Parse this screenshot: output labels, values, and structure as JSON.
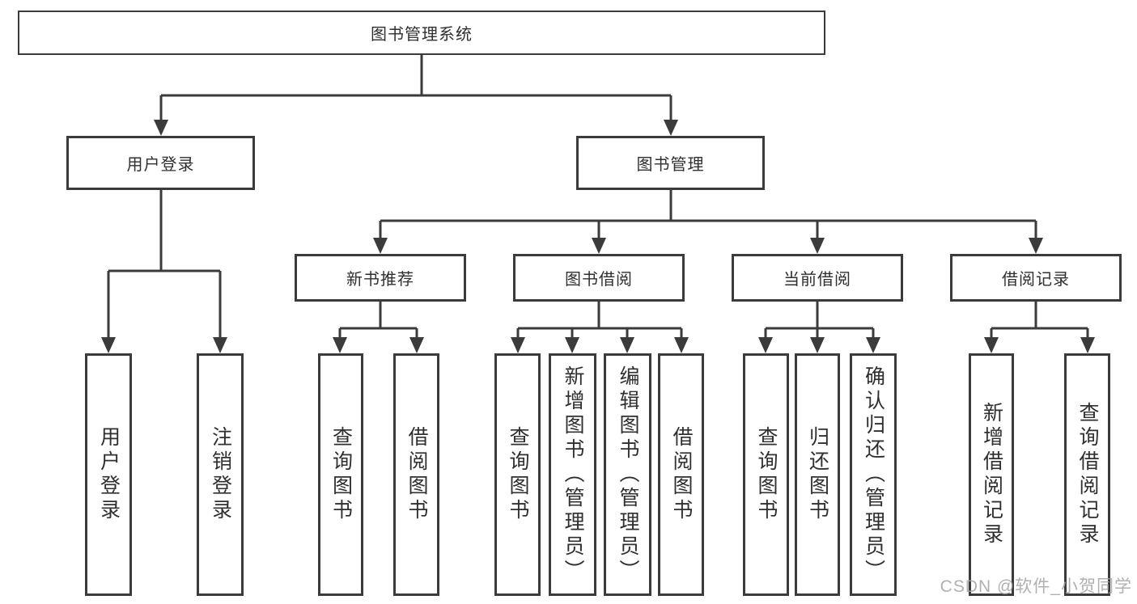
{
  "tree": {
    "root": {
      "label": "图书管理系统"
    },
    "branches": [
      {
        "label": "用户登录",
        "children": [
          "用户登录",
          "注销登录"
        ]
      },
      {
        "label": "图书管理",
        "sections": [
          {
            "label": "新书推荐",
            "children": [
              "查询图书",
              "借阅图书"
            ]
          },
          {
            "label": "图书借阅",
            "children": [
              "查询图书",
              "新增图书（管理员）",
              "编辑图书（管理员）",
              "借阅图书"
            ]
          },
          {
            "label": "当前借阅",
            "children": [
              "查询图书",
              "归还图书",
              "确认归还（管理员）"
            ]
          },
          {
            "label": "借阅记录",
            "children": [
              "新增借阅记录",
              "查询借阅记录"
            ]
          }
        ]
      }
    ]
  },
  "watermark": {
    "text": "CSDN @软件_小贺同学"
  },
  "colors": {
    "line": "#3b3b3b",
    "text": "#2f2f2f",
    "watermark": "#a3a3a3",
    "background": "#ffffff"
  }
}
